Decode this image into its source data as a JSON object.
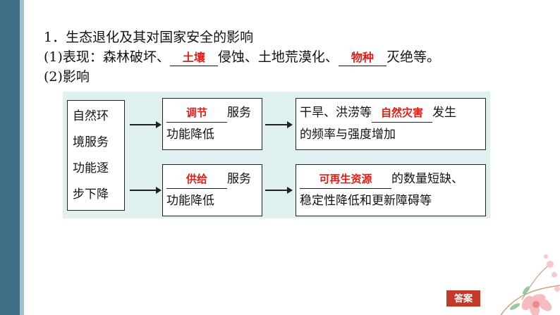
{
  "heading": "1．生态退化及其对国家安全的影响",
  "line2": {
    "prefix": "(1)表现：森林破坏、",
    "blank1": "土壤",
    "mid": "侵蚀、土地荒漠化、",
    "blank2": "物种",
    "suffix": "灭绝等。"
  },
  "line3": "(2)影响",
  "diagram": {
    "source": [
      "自然环",
      "境服务",
      "功能逐",
      "步下降"
    ],
    "top_middle": {
      "blank": "调节",
      "after": "服务",
      "line2": "功能降低"
    },
    "bottom_middle": {
      "blank": "供给",
      "after": "服务",
      "line2": "功能降低"
    },
    "top_right": {
      "before": "干旱、洪涝等",
      "blank": "自然灾害",
      "after": "发生",
      "line2": "的频率与强度增加"
    },
    "bottom_right": {
      "blank": "可再生资源",
      "after": "的数量短缺、",
      "line2": "稳定性降低和更新障碍等"
    }
  },
  "answer_button": "答案",
  "colors": {
    "sidebar": "#3f6f87",
    "accent_red": "#d8201a",
    "diagram_bg": "#dff0f0",
    "button": "#c0392b"
  }
}
